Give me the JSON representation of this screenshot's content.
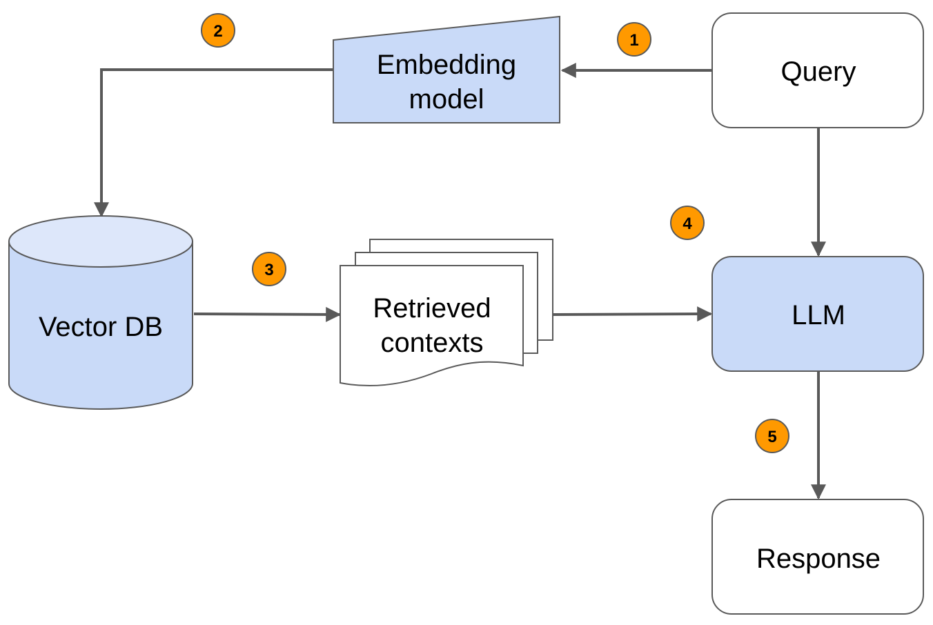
{
  "nodes": {
    "embedding": {
      "lines": [
        "Embedding",
        "model"
      ]
    },
    "query": {
      "lines": [
        "Query"
      ]
    },
    "vector_db": {
      "lines": [
        "Vector DB"
      ]
    },
    "retrieved": {
      "lines": [
        "Retrieved",
        "contexts"
      ]
    },
    "llm": {
      "lines": [
        "LLM"
      ]
    },
    "response": {
      "lines": [
        "Response"
      ]
    }
  },
  "steps": [
    "1",
    "2",
    "3",
    "4",
    "5"
  ],
  "colors": {
    "fill_blue": "#c9daf8",
    "fill_blue_light": "#dde7fa",
    "fill_white": "#ffffff",
    "stroke": "#595959",
    "badge_fill": "#ff9900",
    "text": "#000000"
  }
}
